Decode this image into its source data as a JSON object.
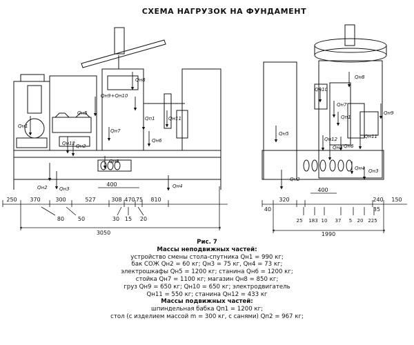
{
  "title": "СХЕМА НАГРУЗОК НА ФУНДАМЕНТ",
  "loads": {
    "Qн1": "Qн1",
    "Qн2": "Qн2",
    "Qн3": "Qн3",
    "Qн5": "Qн5",
    "Qн6": "Qн6",
    "Qн7": "Qн7",
    "Qн8": "Qн8",
    "Qн9Qн10": "Qн9+Qн10",
    "Qн9": "Qн9",
    "Qн10": "Qн10",
    "Qн11": "Qн11",
    "Qн12": "Qн12",
    "Qн4": "Qн4",
    "Qп1": "Qп1",
    "Qп2": "Qп2"
  },
  "left_dims": {
    "row": [
      "250",
      "370",
      "300",
      "527",
      "308",
      "470",
      "75",
      "810"
    ],
    "d400": "400",
    "d80": "80",
    "d50": "50",
    "d30": "30",
    "d15": "15",
    "d20": "20",
    "total": "3050"
  },
  "right_dims": {
    "d40": "40",
    "d320": "320",
    "d400": "400",
    "d240": "240",
    "d150": "150",
    "d35": "35",
    "bottom": [
      "25",
      "183",
      "10",
      "37",
      "5",
      "20",
      "225"
    ],
    "total": "1990"
  },
  "caption": {
    "fig": "Рис. 7",
    "fixed_heading": "Массы неподвижных частей:",
    "lines": [
      "устройство смены стола-спутника Qн1 = 990 кг;",
      "бак СОЖ Qн2 = 60 кг; Qн3 = 75 кг, Qн4 = 73 кг;",
      "электрошкафы Qн5 = 1200 кг; станина Qн6 = 1200 кг;",
      "стойка Qн7 = 1100 кг; магазин Qн8 = 850 кг;",
      "груз Qн9 = 650 кг; Qн10 = 650 кг; электродвигатель",
      "Qн11 = 550 кг; станина Qн12 = 433 кг"
    ],
    "moving_heading": "Массы подвижных частей:",
    "moving_lines": [
      "шпиндельная бабка Qп1 = 1200 кг;",
      "стол (с изделием массой m = 300 кг, с санями) Qп2 = 967 кг;"
    ]
  }
}
